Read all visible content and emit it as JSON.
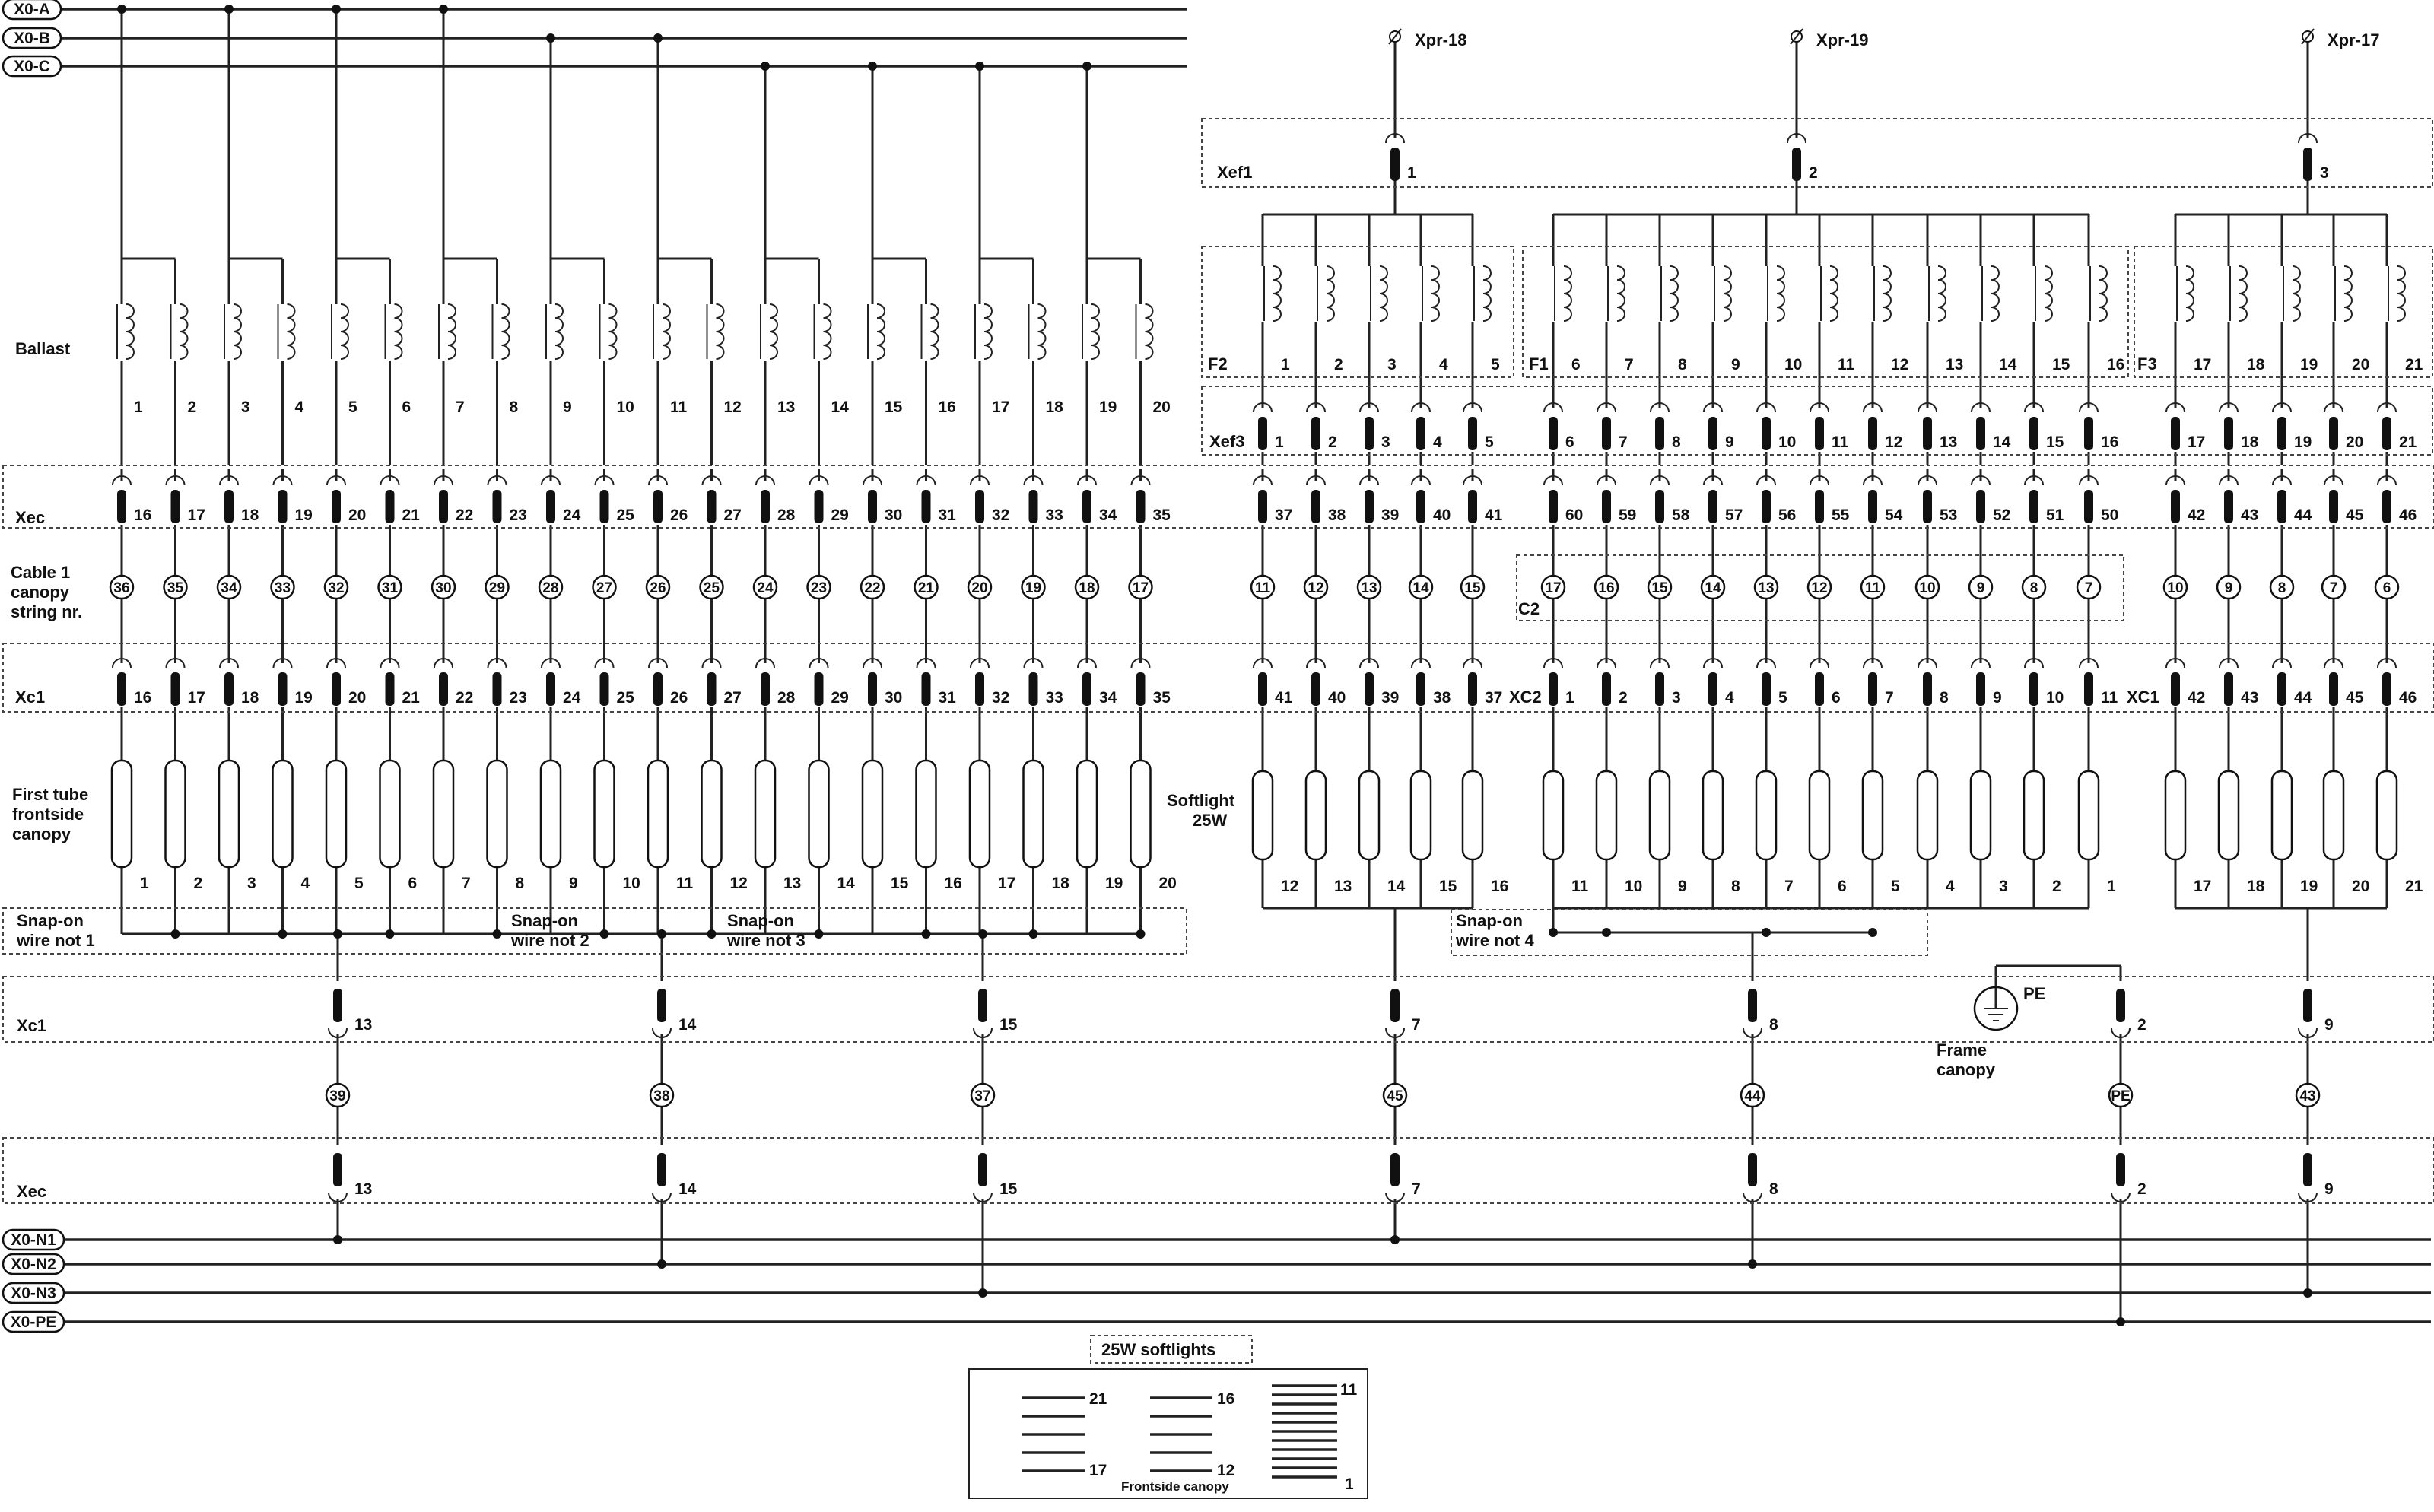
{
  "buses_top": [
    "X0-A",
    "X0-B",
    "X0-C"
  ],
  "buses_bottom": [
    "X0-N1",
    "X0-N2",
    "X0-N3",
    "X0-PE"
  ],
  "supplies": [
    "Xpr-18",
    "Xpr-19",
    "Xpr-17"
  ],
  "labels": {
    "ballast": "Ballast",
    "xef1": "Xef1",
    "xef3": "Xef3",
    "xec": "Xec",
    "xc1": "Xc1",
    "xc2": "XC2",
    "xc1b": "XC1",
    "cable": [
      "Cable 1",
      "canopy",
      "string nr."
    ],
    "first_tube": [
      "First tube",
      "frontside",
      "canopy"
    ],
    "softlight": [
      "Softlight",
      "25W"
    ],
    "c2": "C2",
    "f1": "F1",
    "f2": "F2",
    "f3": "F3",
    "pe": "PE",
    "frame": [
      "Frame",
      "canopy"
    ],
    "snap": [
      [
        "Snap-on",
        "wire not 1"
      ],
      [
        "Snap-on",
        "wire not 2"
      ],
      [
        "Snap-on",
        "wire not 3"
      ],
      [
        "Snap-on",
        "wire not 4"
      ]
    ],
    "legend_title": "25W softlights",
    "legend_caption": "Frontside canopy"
  },
  "xef1_numbers": [
    "1",
    "2",
    "3"
  ],
  "left": {
    "ballast": [
      "1",
      "2",
      "3",
      "4",
      "5",
      "6",
      "7",
      "8",
      "9",
      "10",
      "11",
      "12",
      "13",
      "14",
      "15",
      "16",
      "17",
      "18",
      "19",
      "20"
    ],
    "xec": [
      "16",
      "17",
      "18",
      "19",
      "20",
      "21",
      "22",
      "23",
      "24",
      "25",
      "26",
      "27",
      "28",
      "29",
      "30",
      "31",
      "32",
      "33",
      "34",
      "35"
    ],
    "cable": [
      "36",
      "35",
      "34",
      "33",
      "32",
      "31",
      "30",
      "29",
      "28",
      "27",
      "26",
      "25",
      "24",
      "23",
      "22",
      "21",
      "20",
      "19",
      "18",
      "17"
    ],
    "xc1": [
      "16",
      "17",
      "18",
      "19",
      "20",
      "21",
      "22",
      "23",
      "24",
      "25",
      "26",
      "27",
      "28",
      "29",
      "30",
      "31",
      "32",
      "33",
      "34",
      "35"
    ],
    "tubes": [
      "1",
      "2",
      "3",
      "4",
      "5",
      "6",
      "7",
      "8",
      "9",
      "10",
      "11",
      "12",
      "13",
      "14",
      "15",
      "16",
      "17",
      "18",
      "19",
      "20"
    ]
  },
  "g1": {
    "f": [
      "1",
      "2",
      "3",
      "4",
      "5"
    ],
    "xef3": [
      "1",
      "2",
      "3",
      "4",
      "5"
    ],
    "xec": [
      "37",
      "38",
      "39",
      "40",
      "41"
    ],
    "cable": [
      "11",
      "12",
      "13",
      "14",
      "15"
    ],
    "xc": [
      "41",
      "40",
      "39",
      "38",
      "37"
    ],
    "tubes": [
      "12",
      "13",
      "14",
      "15",
      "16"
    ]
  },
  "g2": {
    "f": [
      "6",
      "7",
      "8",
      "9",
      "10",
      "11",
      "12",
      "13",
      "14",
      "15",
      "16"
    ],
    "xef3": [
      "6",
      "7",
      "8",
      "9",
      "10",
      "11",
      "12",
      "13",
      "14",
      "15",
      "16"
    ],
    "xec": [
      "60",
      "59",
      "58",
      "57",
      "56",
      "55",
      "54",
      "53",
      "52",
      "51",
      "50"
    ],
    "cable": [
      "17",
      "16",
      "15",
      "14",
      "13",
      "12",
      "11",
      "10",
      "9",
      "8",
      "7"
    ],
    "xc": [
      "1",
      "2",
      "3",
      "4",
      "5",
      "6",
      "7",
      "8",
      "9",
      "10",
      "11"
    ],
    "tubes": [
      "11",
      "10",
      "9",
      "8",
      "7",
      "6",
      "5",
      "4",
      "3",
      "2",
      "1"
    ]
  },
  "g3": {
    "f": [
      "17",
      "18",
      "19",
      "20",
      "21"
    ],
    "xef3": [
      "17",
      "18",
      "19",
      "20",
      "21"
    ],
    "xec": [
      "42",
      "43",
      "44",
      "45",
      "46"
    ],
    "cable": [
      "10",
      "9",
      "8",
      "7",
      "6"
    ],
    "xc": [
      "42",
      "43",
      "44",
      "45",
      "46"
    ],
    "tubes": [
      "17",
      "18",
      "19",
      "20",
      "21"
    ]
  },
  "lower": {
    "xc1": [
      "13",
      "14",
      "15",
      "7",
      "8",
      "2",
      "9"
    ],
    "cable": [
      "39",
      "38",
      "37",
      "45",
      "44",
      "PE",
      "43"
    ],
    "xec": [
      "13",
      "14",
      "15",
      "7",
      "8",
      "2",
      "9"
    ]
  },
  "legend_numbers": {
    "a_top": "21",
    "a_bottom": "17",
    "b_top": "16",
    "b_bottom": "12",
    "c_top": "11",
    "c_bottom": "1"
  }
}
